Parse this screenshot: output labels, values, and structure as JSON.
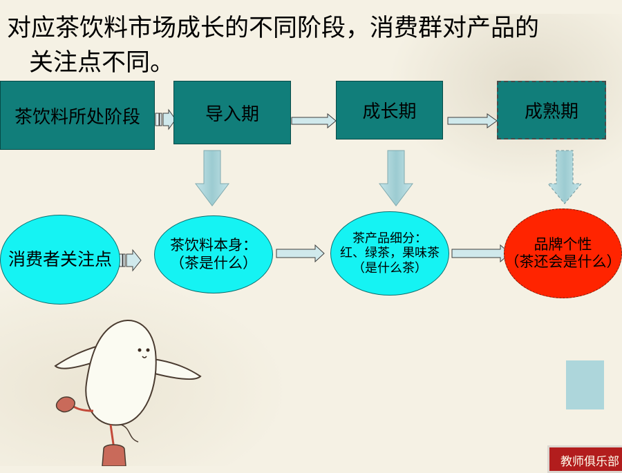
{
  "title": {
    "line1": "对应茶饮料市场成长的不同阶段，消费群对产品的",
    "line2": "关注点不同。"
  },
  "stages": {
    "row_label": "茶饮料所处阶段",
    "intro": "导入期",
    "growth": "成长期",
    "mature": "成熟期"
  },
  "focus": {
    "row_label": "消费者关注点",
    "intro": {
      "line1": "茶饮料本身：",
      "line2": "（茶是什么）"
    },
    "growth": {
      "line1": "茶产品细分：",
      "line2": "红、绿茶，果味茶",
      "line3": "（是什么茶）"
    },
    "mature": {
      "line1": "品牌个性",
      "line2": "（茶还会是什么）"
    }
  },
  "badge": {
    "text": "教师俱乐部"
  },
  "colors": {
    "teal_box": "#117e7a",
    "cyan_ellipse": "#15f3f3",
    "red_ellipse": "#ff2400",
    "arrow_fill": "#a9d1d6"
  }
}
